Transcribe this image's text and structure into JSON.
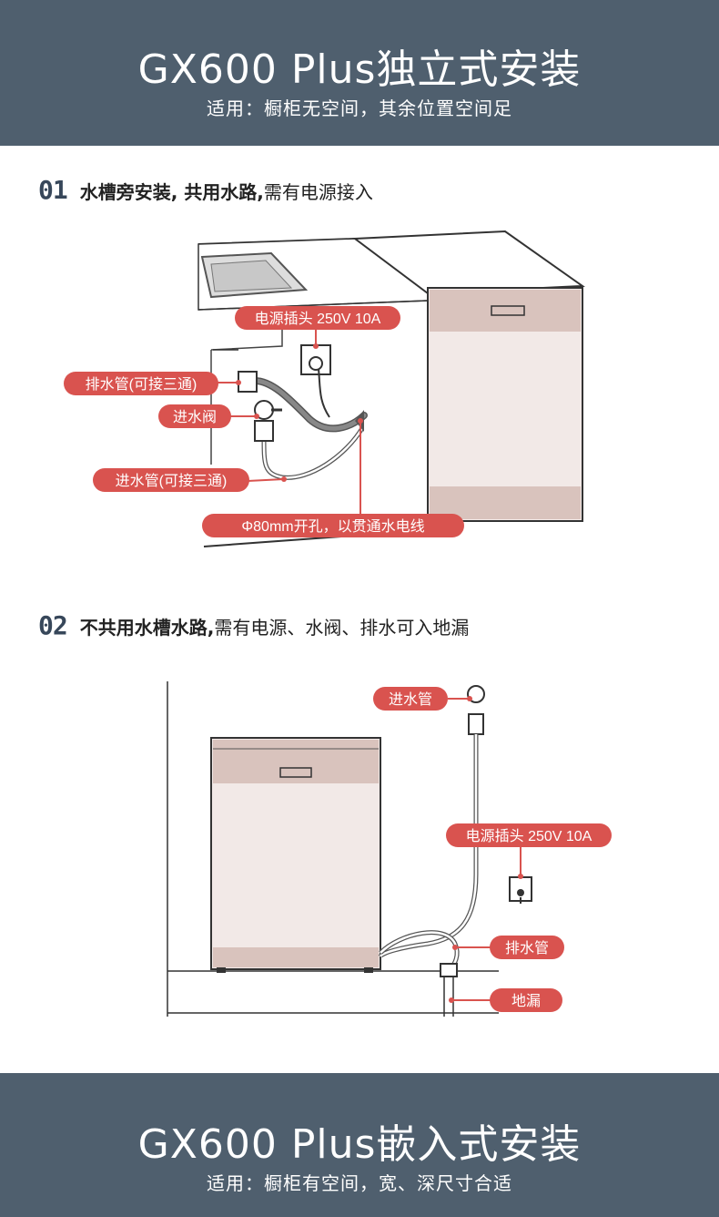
{
  "top_banner": {
    "title": "GX600 Plus独立式安装",
    "subtitle": "适用：橱柜无空间，其余位置空间足"
  },
  "step1": {
    "number": "01",
    "bold_text": "水槽旁安装, 共用水路,",
    "text": " 需有电源接入",
    "labels": {
      "power": "电源插头 250V 10A",
      "drain": "排水管(可接三通)",
      "valve": "进水阀",
      "inlet": "进水管(可接三通)",
      "hole": "Φ80mm开孔，以贯通水电线"
    }
  },
  "step2": {
    "number": "02",
    "bold_text": "不共用水槽水路,",
    "text": " 需有电源、水阀、排水可入地漏",
    "labels": {
      "inlet": "进水管",
      "power": "电源插头 250V 10A",
      "drain": "排水管",
      "floor_drain": "地漏"
    }
  },
  "bottom_banner": {
    "title": "GX600 Plus嵌入式安装",
    "subtitle": "适用：橱柜有空间，宽、深尺寸合适"
  },
  "colors": {
    "banner": "#4f5f6e",
    "label_red": "#d9534f",
    "panel_pink": "#d9c3bd",
    "body_pink": "#f2e9e7"
  }
}
